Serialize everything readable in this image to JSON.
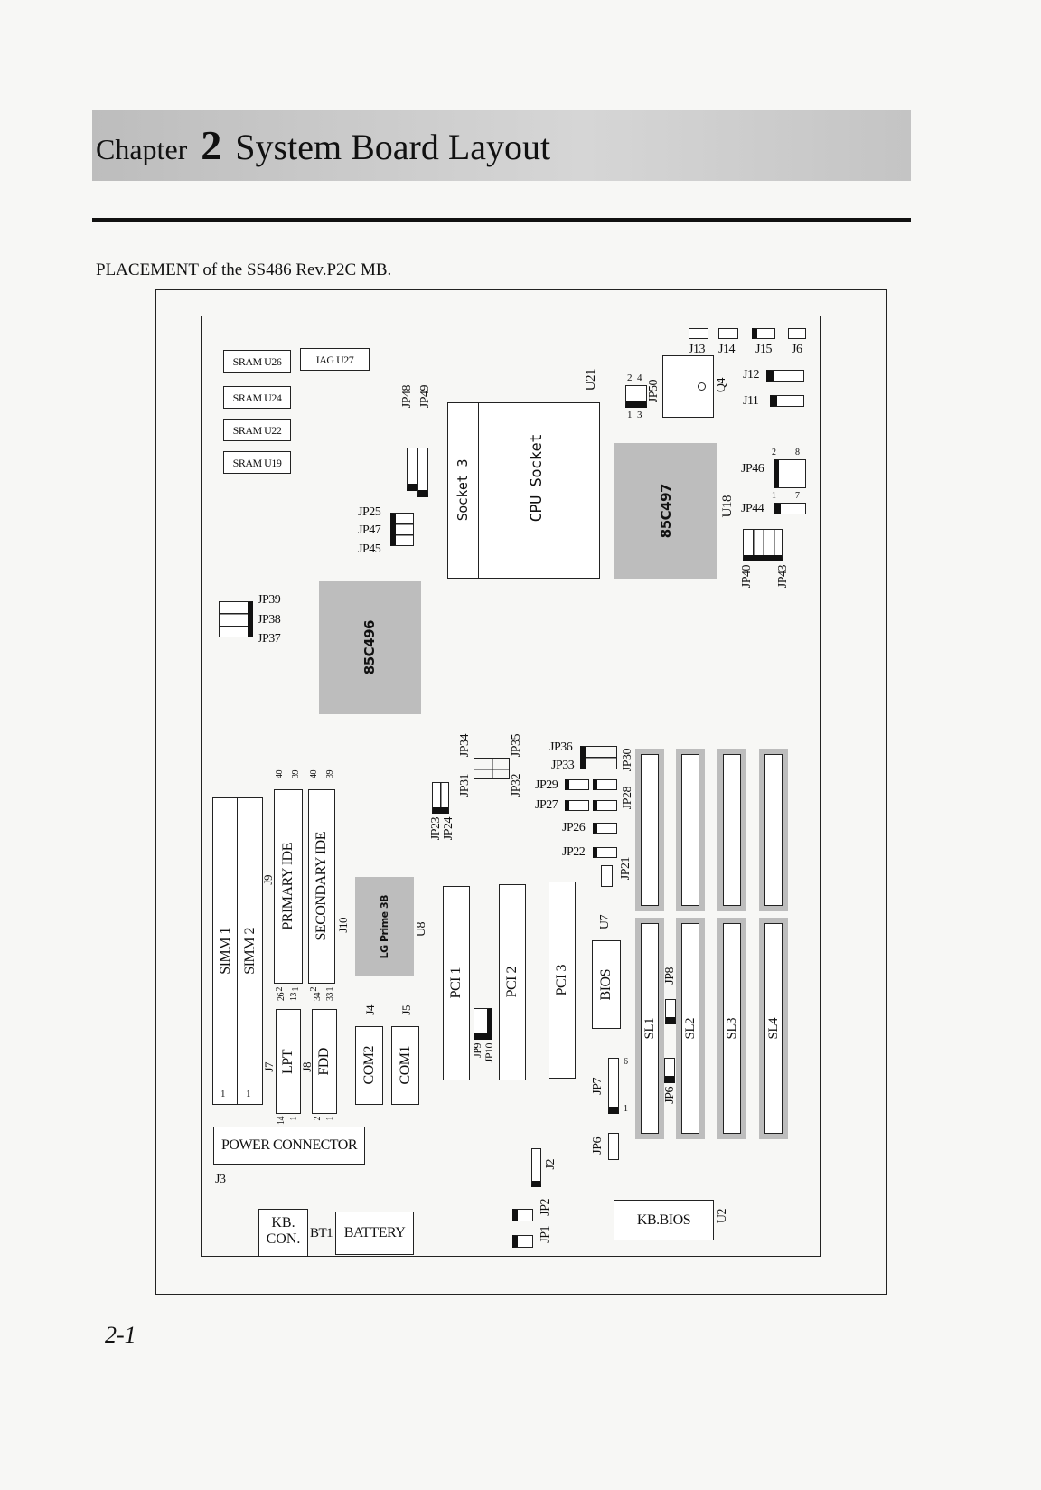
{
  "header": {
    "chapter_word": "Chapter",
    "chapter_num": "2",
    "title": "System Board Layout"
  },
  "subtitle": "PLACEMENT of the SS486 Rev.P2C MB.",
  "page_number": "2-1",
  "board": {
    "sram": [
      "SRAM U26",
      "SRAM U24",
      "SRAM U22",
      "SRAM U19"
    ],
    "iag": "IAG U27",
    "jp48": "JP48",
    "jp49": "JP49",
    "socket3": "Socket 3",
    "cpu_socket": "CPU Socket",
    "u21": "U21",
    "jp25": "JP25",
    "jp47": "JP47",
    "jp45": "JP45",
    "jp39": "JP39",
    "jp38": "JP38",
    "jp37": "JP37",
    "chip_85c496": "85C496",
    "chip_85c497": "85C497",
    "u18": "U18",
    "j13": "J13",
    "j14": "J14",
    "j15": "J15",
    "j6": "J6",
    "jp50": "JP50",
    "jp50_pins": [
      "2",
      "4",
      "1",
      "3"
    ],
    "q4": "Q4",
    "j12": "J12",
    "j11": "J11",
    "jp46": "JP46",
    "jp46_pins": [
      "2",
      "8",
      "1",
      "7"
    ],
    "jp44": "JP44",
    "jp40": "JP40",
    "jp43": "JP43",
    "simm1": "SIMM 1",
    "simm2": "SIMM 2",
    "simm_pin": "1",
    "primary_ide": "PRIMARY IDE",
    "secondary_ide": "SECONDARY IDE",
    "j9": "J9",
    "j10": "J10",
    "ide_pins": [
      "40",
      "39",
      "2",
      "1"
    ],
    "lg_chip": "LG Prime 3B",
    "u8": "U8",
    "lpt": "LPT",
    "j7": "J7",
    "lpt_pins": [
      "26",
      "13",
      "14",
      "1"
    ],
    "fdd": "FDD",
    "j8": "J8",
    "fdd_pins": [
      "34",
      "33",
      "2",
      "1"
    ],
    "com2": "COM2",
    "j4": "J4",
    "com1": "COM1",
    "j5": "J5",
    "power": "POWER CONNECTOR",
    "j3": "J3",
    "kb_con": [
      "KB.",
      "CON."
    ],
    "bt1": "BT1",
    "battery": "BATTERY",
    "jp23": "JP23",
    "jp24": "JP24",
    "jp31": "JP31",
    "jp34": "JP34",
    "jp32": "JP32",
    "jp35": "JP35",
    "jp36": "JP36",
    "jp33": "JP33",
    "jp29": "JP29",
    "jp27": "JP27",
    "jp26": "JP26",
    "jp22": "JP22",
    "jp28": "JP28",
    "jp30": "JP30",
    "jp21": "JP21",
    "pci": [
      "PCI 1",
      "PCI 2",
      "PCI 3"
    ],
    "jp9": "JP9",
    "jp10": "JP10",
    "bios": "BIOS",
    "u7": "U7",
    "jp8": "JP8",
    "jp6": "JP6",
    "jp7": "JP7",
    "jp7_pins": [
      "6",
      "1"
    ],
    "isa": [
      "SL1",
      "SL2",
      "SL3",
      "SL4"
    ],
    "j2": "J2",
    "jp1": "JP1",
    "jp2": "JP2",
    "kb_bios": "KB.BIOS",
    "u2": "U2"
  }
}
